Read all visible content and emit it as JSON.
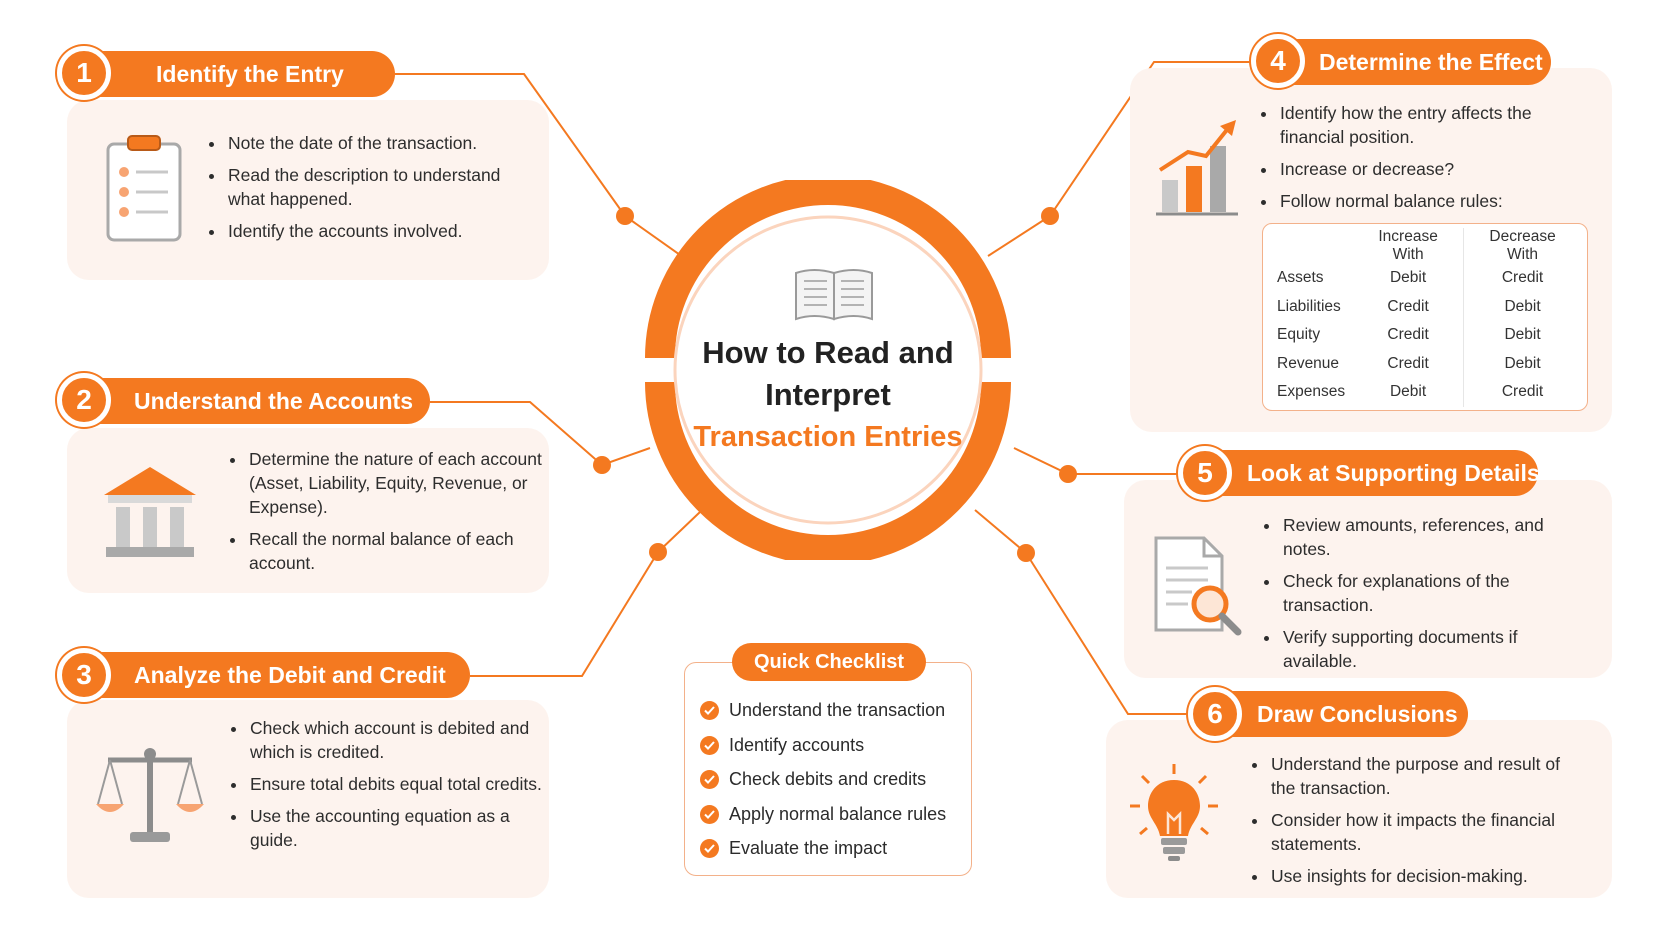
{
  "center": {
    "line1": "How to Read and",
    "line2": "Interpret",
    "accent": "Transaction Entries"
  },
  "steps": [
    {
      "number": "1",
      "title": "Identify the Entry",
      "bullets": [
        "Note the date of the transaction.",
        "Read the description to understand what happened.",
        "Identify the accounts involved."
      ]
    },
    {
      "number": "2",
      "title": "Understand the Accounts",
      "bullets": [
        "Determine the nature of each account (Asset, Liability, Equity, Revenue, or Expense).",
        "Recall the normal balance of each account."
      ]
    },
    {
      "number": "3",
      "title": "Analyze the Debit and Credit",
      "bullets": [
        "Check which account is debited and which is credited.",
        "Ensure total debits equal total credits.",
        "Use the accounting equation as a guide."
      ]
    },
    {
      "number": "4",
      "title": "Determine the Effect",
      "bullets": [
        "Identify how the entry affects the financial position.",
        "Increase or decrease?",
        "Follow normal balance rules:"
      ]
    },
    {
      "number": "5",
      "title": "Look at Supporting Details",
      "bullets": [
        "Review amounts, references, and notes.",
        "Check for explanations of the transaction.",
        "Verify supporting documents if available."
      ]
    },
    {
      "number": "6",
      "title": "Draw Conclusions",
      "bullets": [
        "Understand the purpose and result of the transaction.",
        "Consider how it impacts the financial statements.",
        "Use insights for decision-making."
      ]
    }
  ],
  "balance_rules": {
    "headers": [
      "",
      "Increase With",
      "Decrease With"
    ],
    "rows": [
      [
        "Assets",
        "Debit",
        "Credit"
      ],
      [
        "Liabilities",
        "Credit",
        "Debit"
      ],
      [
        "Equity",
        "Credit",
        "Debit"
      ],
      [
        "Revenue",
        "Credit",
        "Debit"
      ],
      [
        "Expenses",
        "Debit",
        "Credit"
      ]
    ]
  },
  "checklist": {
    "title": "Quick Checklist",
    "items": [
      "Understand the transaction",
      "Identify accounts",
      "Check debits and credits",
      "Apply normal balance rules",
      "Evaluate the impact"
    ]
  },
  "colors": {
    "accent": "#f47920",
    "card": "#fdf3ee",
    "text": "#2b2b2b"
  }
}
